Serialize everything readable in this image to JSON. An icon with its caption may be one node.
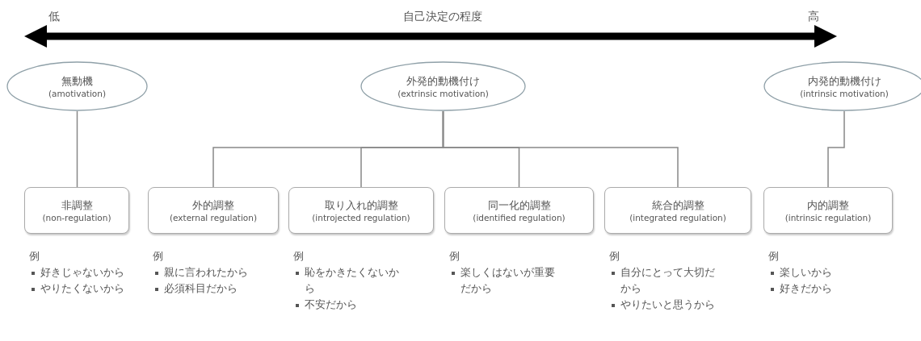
{
  "diagram": {
    "nodes": [
      {
        "text": [
          "無動機",
          "(amotivation)"
        ]
      },
      {
        "text": [
          "外発的動機付け",
          "(extrinsic motivation)"
        ]
      },
      {
        "text": [
          "内発的動機付け",
          "(intrinsic motivation)"
        ]
      },
      {
        "text": [
          "非調整",
          "(non-regulation)"
        ],
        "beside": [
          "例",
          "好きじゃないから",
          "やりたくないから"
        ]
      },
      {
        "text": [
          "外的調整",
          "(external regulation)"
        ],
        "beside": [
          "例",
          "親に言われたから",
          "必須科目だから"
        ]
      },
      {
        "text": [
          "取り入れ的調整",
          "(introjected regulation)"
        ],
        "beside": [
          "例",
          "恥をかきたくないから",
          "不安だから"
        ]
      },
      {
        "text": [
          "同一化的調整",
          "(identified regulation)"
        ],
        "beside": [
          "例",
          "楽しくはないが重要だから"
        ]
      },
      {
        "text": [
          "統合的調整",
          "(integrated regulation)"
        ],
        "beside": [
          "例",
          "自分にとって大切だから",
          "やりたいと思うから"
        ]
      },
      {
        "text": [
          "内的調整",
          "(intrinsic regulation)"
        ],
        "beside": [
          "例",
          "楽しいから",
          "好きだから"
        ]
      }
    ],
    "edges": [
      {
        "from": 0,
        "to": 3,
        "arrow": "none"
      },
      {
        "from": 1,
        "to": 4,
        "arrow": "none"
      },
      {
        "from": 1,
        "to": 5,
        "arrow": "none"
      },
      {
        "from": 1,
        "to": 6,
        "arrow": "none"
      },
      {
        "from": 1,
        "to": 7,
        "arrow": "none"
      },
      {
        "from": 2,
        "to": 8,
        "arrow": "none"
      }
    ],
    "labels": [
      "低",
      "自己決定の程度",
      "高"
    ]
  }
}
